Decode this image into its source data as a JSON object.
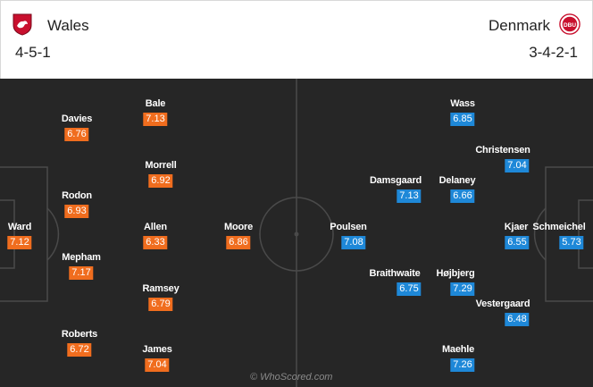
{
  "home": {
    "name": "Wales",
    "formation": "4-5-1",
    "crest_icon": "wales-dragon-crest",
    "color": "#f06d1e",
    "players": [
      {
        "name": "Ward",
        "rating": "7.12"
      },
      {
        "name": "Davies",
        "rating": "6.76"
      },
      {
        "name": "Rodon",
        "rating": "6.93"
      },
      {
        "name": "Mepham",
        "rating": "7.17"
      },
      {
        "name": "Roberts",
        "rating": "6.72"
      },
      {
        "name": "Bale",
        "rating": "7.13"
      },
      {
        "name": "Morrell",
        "rating": "6.92"
      },
      {
        "name": "Allen",
        "rating": "6.33"
      },
      {
        "name": "Ramsey",
        "rating": "6.79"
      },
      {
        "name": "James",
        "rating": "7.04"
      },
      {
        "name": "Moore",
        "rating": "6.86"
      }
    ]
  },
  "away": {
    "name": "Denmark",
    "formation": "3-4-2-1",
    "crest_icon": "dbu-crest",
    "crest_text": "DBU",
    "color": "#1e88d8",
    "players": [
      {
        "name": "Schmeichel",
        "rating": "5.73"
      },
      {
        "name": "Kjaer",
        "rating": "6.55"
      },
      {
        "name": "Christensen",
        "rating": "7.04"
      },
      {
        "name": "Vestergaard",
        "rating": "6.48"
      },
      {
        "name": "Wass",
        "rating": "6.85"
      },
      {
        "name": "Delaney",
        "rating": "6.66"
      },
      {
        "name": "Højbjerg",
        "rating": "7.29"
      },
      {
        "name": "Maehle",
        "rating": "7.26"
      },
      {
        "name": "Damsgaard",
        "rating": "7.13"
      },
      {
        "name": "Braithwaite",
        "rating": "6.75"
      },
      {
        "name": "Poulsen",
        "rating": "7.08"
      }
    ]
  },
  "watermark": "© WhoScored.com"
}
